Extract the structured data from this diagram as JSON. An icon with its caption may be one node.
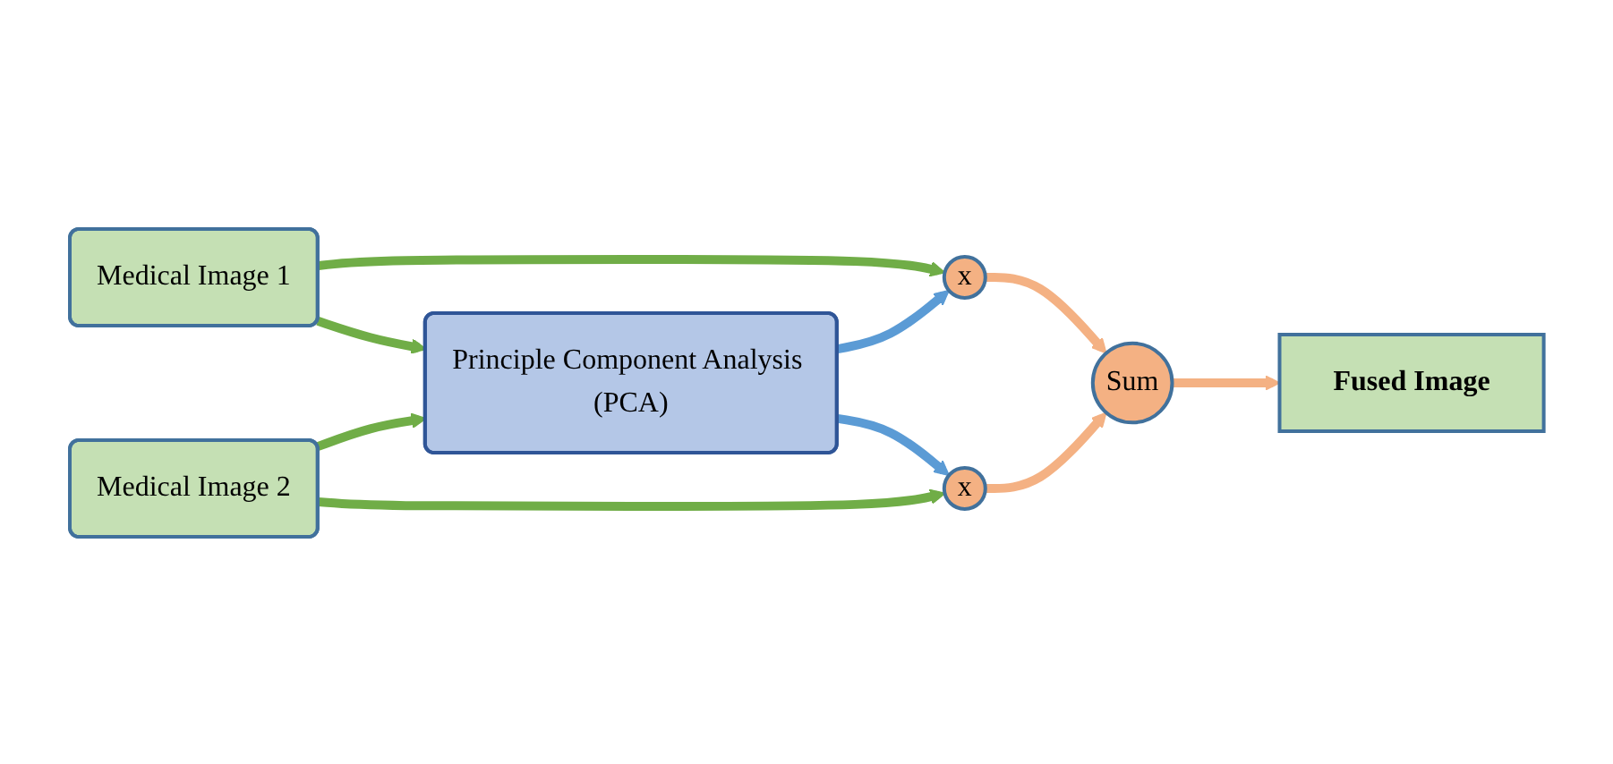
{
  "diagram": {
    "nodes": [
      {
        "text": [
          "Medical Image 1"
        ]
      },
      {
        "text": [
          "x"
        ]
      },
      {
        "text": [
          "Principle Component Analysis (PCA)"
        ]
      },
      {
        "text": [
          "Sum"
        ]
      },
      {
        "text": [
          "Fused Image"
        ]
      },
      {
        "text": [
          "Medical Image 2"
        ]
      },
      {
        "text": [
          "x"
        ]
      }
    ],
    "edges": [
      {
        "from": 0,
        "to": 1,
        "arrow": "to"
      },
      {
        "from": 0,
        "to": 2,
        "arrow": "to"
      },
      {
        "from": 2,
        "to": 1,
        "arrow": "to",
        "color": "#5b9bd5"
      },
      {
        "from": 2,
        "to": 6,
        "arrow": "to",
        "color": "#5b9bd5"
      },
      {
        "from": 1,
        "to": 3,
        "arrow": "to",
        "color": "#f4b183"
      },
      {
        "from": 6,
        "to": 3,
        "arrow": "to",
        "color": "#f4b183"
      },
      {
        "from": 3,
        "to": 4,
        "arrow": "to",
        "color": "#f4b183"
      },
      {
        "from": 5,
        "to": 6,
        "arrow": "to"
      },
      {
        "from": 5,
        "to": 2,
        "arrow": "to"
      }
    ]
  }
}
